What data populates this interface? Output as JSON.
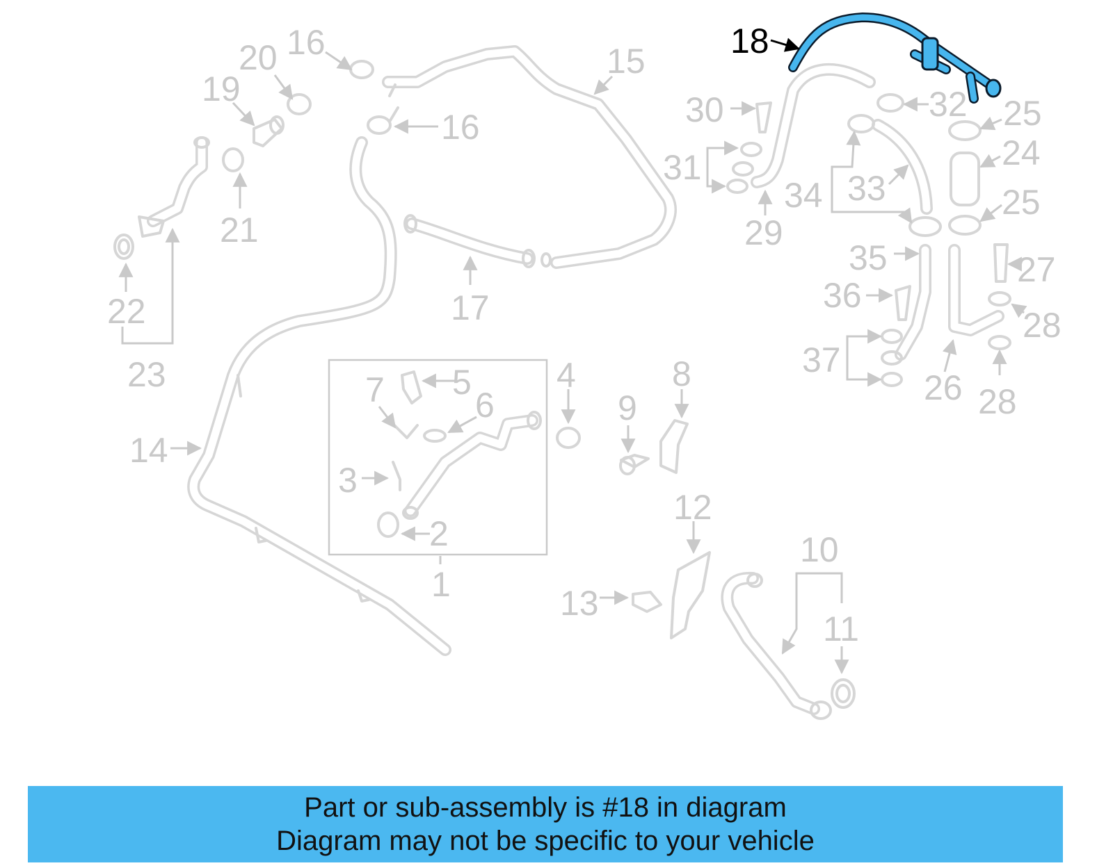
{
  "colors": {
    "highlight": "#47b6ee",
    "part_gray": "#d6d6d6",
    "label_gray": "#c9c9c9",
    "banner_bg": "#4bb8f0",
    "banner_text": "#111111"
  },
  "diagram": {
    "highlighted_part": "18",
    "labels": [
      "1",
      "2",
      "3",
      "4",
      "5",
      "6",
      "7",
      "8",
      "9",
      "10",
      "11",
      "12",
      "13",
      "14",
      "15",
      "16",
      "16",
      "17",
      "18",
      "19",
      "20",
      "21",
      "22",
      "23",
      "24",
      "25",
      "25",
      "26",
      "27",
      "28",
      "28",
      "29",
      "30",
      "31",
      "32",
      "33",
      "34",
      "35",
      "36",
      "37"
    ]
  },
  "banner": {
    "line1": "Part or sub-assembly is #18 in diagram",
    "line2": "Diagram may not be specific to your vehicle"
  }
}
